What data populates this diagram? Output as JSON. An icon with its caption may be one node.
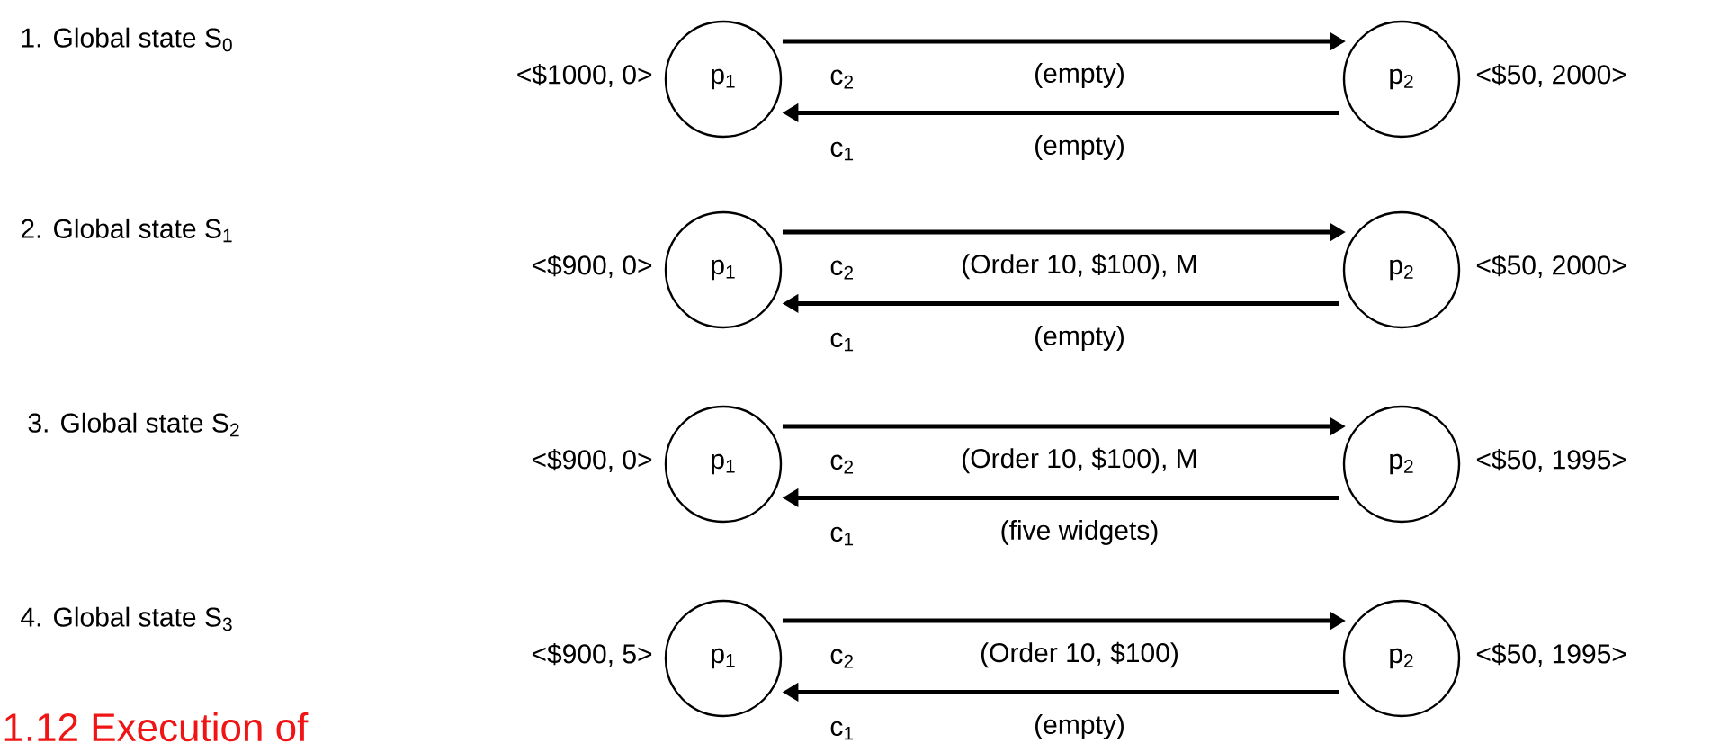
{
  "diagram": {
    "caption": "1.12 Execution of",
    "nodes": [
      {
        "text": [
          "p$_{1}$"
        ],
        "beside": [
          "<$1000, 0>"
        ]
      },
      {
        "text": [
          "p$_{2}$"
        ],
        "beside": [
          "<$50, 2000>"
        ]
      },
      {
        "text": [
          "p$_{1}$"
        ],
        "beside": [
          "<$900, 0>"
        ]
      },
      {
        "text": [
          "p$_{2}$"
        ],
        "beside": [
          "<$50, 2000>"
        ]
      },
      {
        "text": [
          "p$_{1}$"
        ],
        "beside": [
          "<$900, 0>"
        ]
      },
      {
        "text": [
          "p$_{2}$"
        ],
        "beside": [
          "<$50, 1995>"
        ]
      },
      {
        "text": [
          "p$_{1}$"
        ],
        "beside": [
          "<$900, 5>"
        ]
      },
      {
        "text": [
          "p$_{2}$"
        ],
        "beside": [
          "<$50, 1995>"
        ]
      }
    ],
    "edges": [
      {
        "from": 0,
        "to": 1,
        "arrow": "to",
        "label": "(empty)"
      },
      {
        "from": 1,
        "to": 0,
        "arrow": "to",
        "label": "(empty)"
      },
      {
        "from": 2,
        "to": 3,
        "arrow": "to",
        "label": "(Order 10, $100), M"
      },
      {
        "from": 3,
        "to": 2,
        "arrow": "to",
        "label": "(empty)"
      },
      {
        "from": 4,
        "to": 5,
        "arrow": "to",
        "label": "(Order 10, $100), M"
      },
      {
        "from": 5,
        "to": 4,
        "arrow": "to",
        "label": "(five widgets)"
      },
      {
        "from": 6,
        "to": 7,
        "arrow": "to",
        "label": "(Order 10, $100)"
      },
      {
        "from": 7,
        "to": 6,
        "arrow": "to",
        "label": "(empty)"
      }
    ],
    "labels": [
      "1. Global state S$_{0}$",
      "c$_{2}$",
      "c$_{1}$",
      "2. Global state S$_{1}$",
      "c$_{2}$",
      "c$_{1}$",
      "3. Global state S$_{2}$",
      "c$_{2}$",
      "c$_{1}$",
      "4. Global state S$_{3}$",
      "c$_{2}$",
      "c$_{1}$"
    ]
  }
}
